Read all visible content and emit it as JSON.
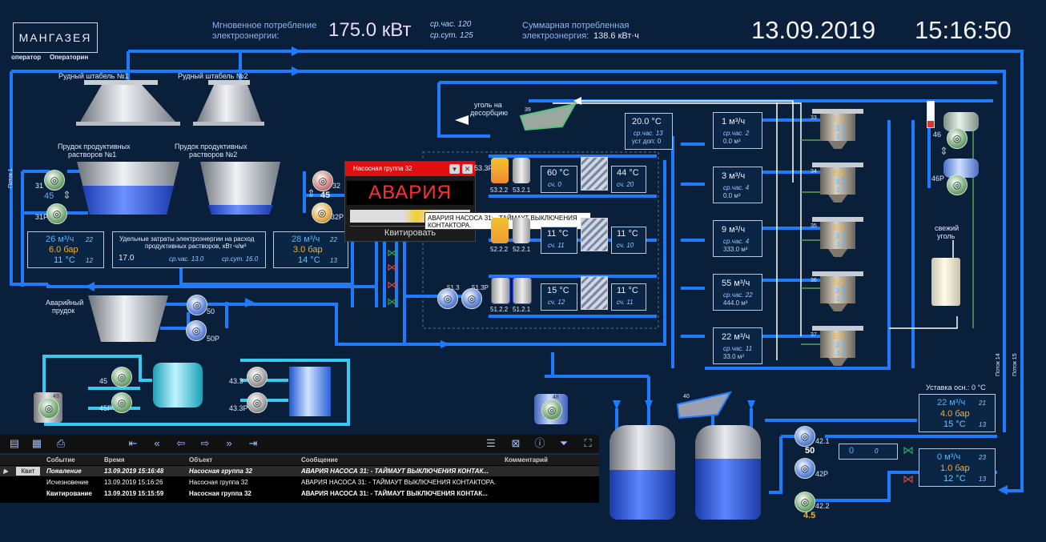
{
  "header": {
    "logo": "МАНГАЗЕЯ",
    "operator_label": "оператор",
    "operator_name": "Операторин",
    "instant_label_1": "Мгновенное потребление",
    "instant_label_2": "электроэнергии:",
    "instant_value": "175.0 кВт",
    "avg_hour": "ср.час. 120",
    "avg_day": "ср.сут. 125",
    "total_label_1": "Суммарная потребленная",
    "total_label_2": "электроэнергия:",
    "total_value": "138.6 кВт·ч",
    "date": "13.09.2019",
    "time": "15:16:50"
  },
  "labels": {
    "stack1": "Рудный штабель №1",
    "stack2": "Рудный штабель №2",
    "pond1_a": "Прудок продуктивных",
    "pond1_b": "растворов №1",
    "pond2_a": "Прудок продуктивных",
    "pond2_b": "растворов №2",
    "flow1": "Поток 1",
    "emergency_a": "Аварийный",
    "emergency_b": "прудок",
    "coal_a": "уголь на",
    "coal_b": "десорбцию",
    "fresh_a": "свежий",
    "fresh_b": "уголь",
    "flow14": "Поток 14",
    "flow15": "Поток 15",
    "setpoint": "Уставка осн.: 0 °С"
  },
  "equipment": {
    "p31": "31",
    "p31r": "31Р",
    "p31v": "45",
    "p32": "32",
    "p32r": "32Р",
    "p32v": "45",
    "p50": "50",
    "p50r": "50Р",
    "p45": "45",
    "p45r": "45Р",
    "p43": "43.3",
    "p43r": "43.3Р",
    "p49": "49",
    "p48": "48",
    "p39": "39",
    "p40": "40",
    "p46": "46",
    "p46r": "46Р",
    "p421": "42.1",
    "p421v": "50",
    "p42r": "42Р",
    "p422": "42.2",
    "p422v": "4.5",
    "c33": "33",
    "c34": "34",
    "c35": "35",
    "c36": "36",
    "c37": "37",
    "f53a": "53.2.2",
    "f53b": "53.2.1",
    "f52a": "52.2.2",
    "f52b": "52.2.1",
    "f51a": "51.2.2",
    "f51b": "51.2.1",
    "p513": "51.3",
    "p513r": "51.3Р",
    "p533r": "53.3Р"
  },
  "left_box": {
    "flow": "26 м³/ч",
    "flow_n": "22",
    "pres": "6.0 бар",
    "temp": "11 °С",
    "temp_n": "12"
  },
  "right_box": {
    "flow": "28 м³/ч",
    "flow_n": "22",
    "pres": "3.0 бар",
    "temp": "14 °С",
    "temp_n": "13"
  },
  "specific": {
    "title_1": "Удельные затраты электроэнергии на расход",
    "title_2": "продуктивных растворов, кВт·ч/м³",
    "value": "17.0",
    "hour": "ср.час. 13.0",
    "day": "ср.сут. 16.0"
  },
  "heat": {
    "t1": "60 °С",
    "n1": "сч. 0",
    "t1b": "44 °С",
    "n1b": "сч. 20",
    "t2": "11 °С",
    "n2": "сч. 11",
    "t2b": "11 °С",
    "n2b": "сч. 10",
    "t3": "15 °С",
    "n3": "сч. 12",
    "t3b": "11 °С",
    "n3b": "сч. 11"
  },
  "temp_box": {
    "temp": "20.0 °С",
    "avg": "ср.час. 13",
    "set": "уст доп: 0"
  },
  "flows": [
    {
      "v": "1 м³/ч",
      "a": "ср.час. 2",
      "b": "0.0 м³"
    },
    {
      "v": "3 м³/ч",
      "a": "ср.час. 4",
      "b": "0.0 м³"
    },
    {
      "v": "9 м³/ч",
      "a": "ср.час. 4",
      "b": "333.0 м³"
    },
    {
      "v": "55 м³/ч",
      "a": "ср.час. 22",
      "b": "444.0 м³"
    },
    {
      "v": "22 м³/ч",
      "a": "ср.час. 11",
      "b": "33.0 м³"
    }
  ],
  "columns": [
    {
      "a": "7.0",
      "b": "3.0",
      "c": "1.0"
    },
    {
      "a": "8.0",
      "b": "9.0",
      "c": "1.0"
    },
    {
      "a": "6.0",
      "b": "3.0",
      "c": "1.0"
    },
    {
      "a": "6.0",
      "b": "3.0",
      "c": "1.0"
    },
    {
      "a": "5.0",
      "b": "2.0",
      "c": "1.0"
    }
  ],
  "box_bottom_right1": {
    "flow": "22 м³/ч",
    "flow_n": "21",
    "pres": "4.0 бар",
    "temp": "15 °С",
    "temp_n": "13"
  },
  "box_bottom_right2": {
    "flow": "0 м³/ч",
    "flow_n": "23",
    "pres": "1.0 бар",
    "temp": "12 °С",
    "temp_n": "13"
  },
  "mid_value": {
    "a": "0",
    "b": "0"
  },
  "popup": {
    "title": "Насосная группа 32",
    "alarm": "АВАРИЯ",
    "ack_button": "Квитировать"
  },
  "tooltip": "АВАРИЯ НАСОСА 31: - ТАЙМАУТ ВЫКЛЮЧЕНИЯ КОНТАКТОРА.",
  "log": {
    "headers": [
      "Событие",
      "Время",
      "Объект",
      "Сообщение",
      "Комментарий"
    ],
    "ack_label": "Квит",
    "rows": [
      [
        "Появление",
        "13.09.2019 15:16:48",
        "Насосная группа 32",
        "АВАРИЯ НАСОСА 31: - ТАЙМАУТ ВЫКЛЮЧЕНИЯ КОНТАК..."
      ],
      [
        "Исчезновение",
        "13.09.2019 15:16:26",
        "Насосная группа 32",
        "АВАРИЯ НАСОСА 31: - ТАЙМАУТ ВЫКЛЮЧЕНИЯ КОНТАКТОРА."
      ],
      [
        "Квитирование",
        "13.09.2019 15:15:59",
        "Насосная группа 32",
        "АВАРИЯ НАСОСА 31: - ТАЙМАУТ ВЫКЛЮЧЕНИЯ КОНТАК..."
      ]
    ]
  },
  "colors": {
    "pipe": "#1e7bff",
    "pipe_light": "#39c8f0",
    "alarm": "#ff2020",
    "background": "#0a1f3a"
  }
}
